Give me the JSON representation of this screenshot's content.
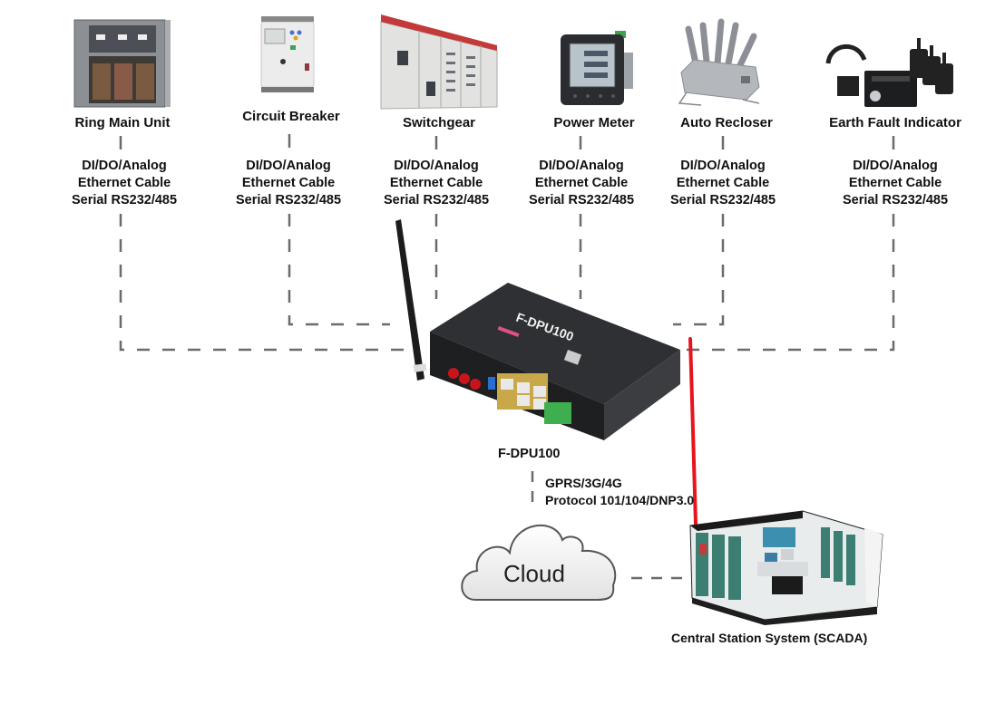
{
  "devices": [
    {
      "name": "Ring Main Unit",
      "interfaces": [
        "DI/DO/Analog",
        "Ethernet Cable",
        "Serial RS232/485"
      ]
    },
    {
      "name": "Circuit Breaker",
      "interfaces": [
        "DI/DO/Analog",
        "Ethernet Cable",
        "Serial RS232/485"
      ]
    },
    {
      "name": "Switchgear",
      "interfaces": [
        "DI/DO/Analog",
        "Ethernet Cable",
        "Serial RS232/485"
      ]
    },
    {
      "name": "Power Meter",
      "interfaces": [
        "DI/DO/Analog",
        "Ethernet Cable",
        "Serial RS232/485"
      ]
    },
    {
      "name": "Auto Recloser",
      "interfaces": [
        "DI/DO/Analog",
        "Ethernet Cable",
        "Serial RS232/485"
      ]
    },
    {
      "name": "Earth Fault Indicator",
      "interfaces": [
        "DI/DO/Analog",
        "Ethernet Cable",
        "Serial RS232/485"
      ]
    }
  ],
  "gateway": {
    "name": "F-DPU100",
    "case_text": "F-DPU100",
    "uplink": [
      "GPRS/3G/4G",
      "Protocol 101/104/DNP3.0"
    ]
  },
  "cloud": {
    "label": "Cloud"
  },
  "scada": {
    "label": "Central Station System (SCADA)"
  },
  "colors": {
    "dashed_line": "#6b6b6b",
    "annotation_red": "#e8141b",
    "device_body": "#2a2b2d"
  }
}
